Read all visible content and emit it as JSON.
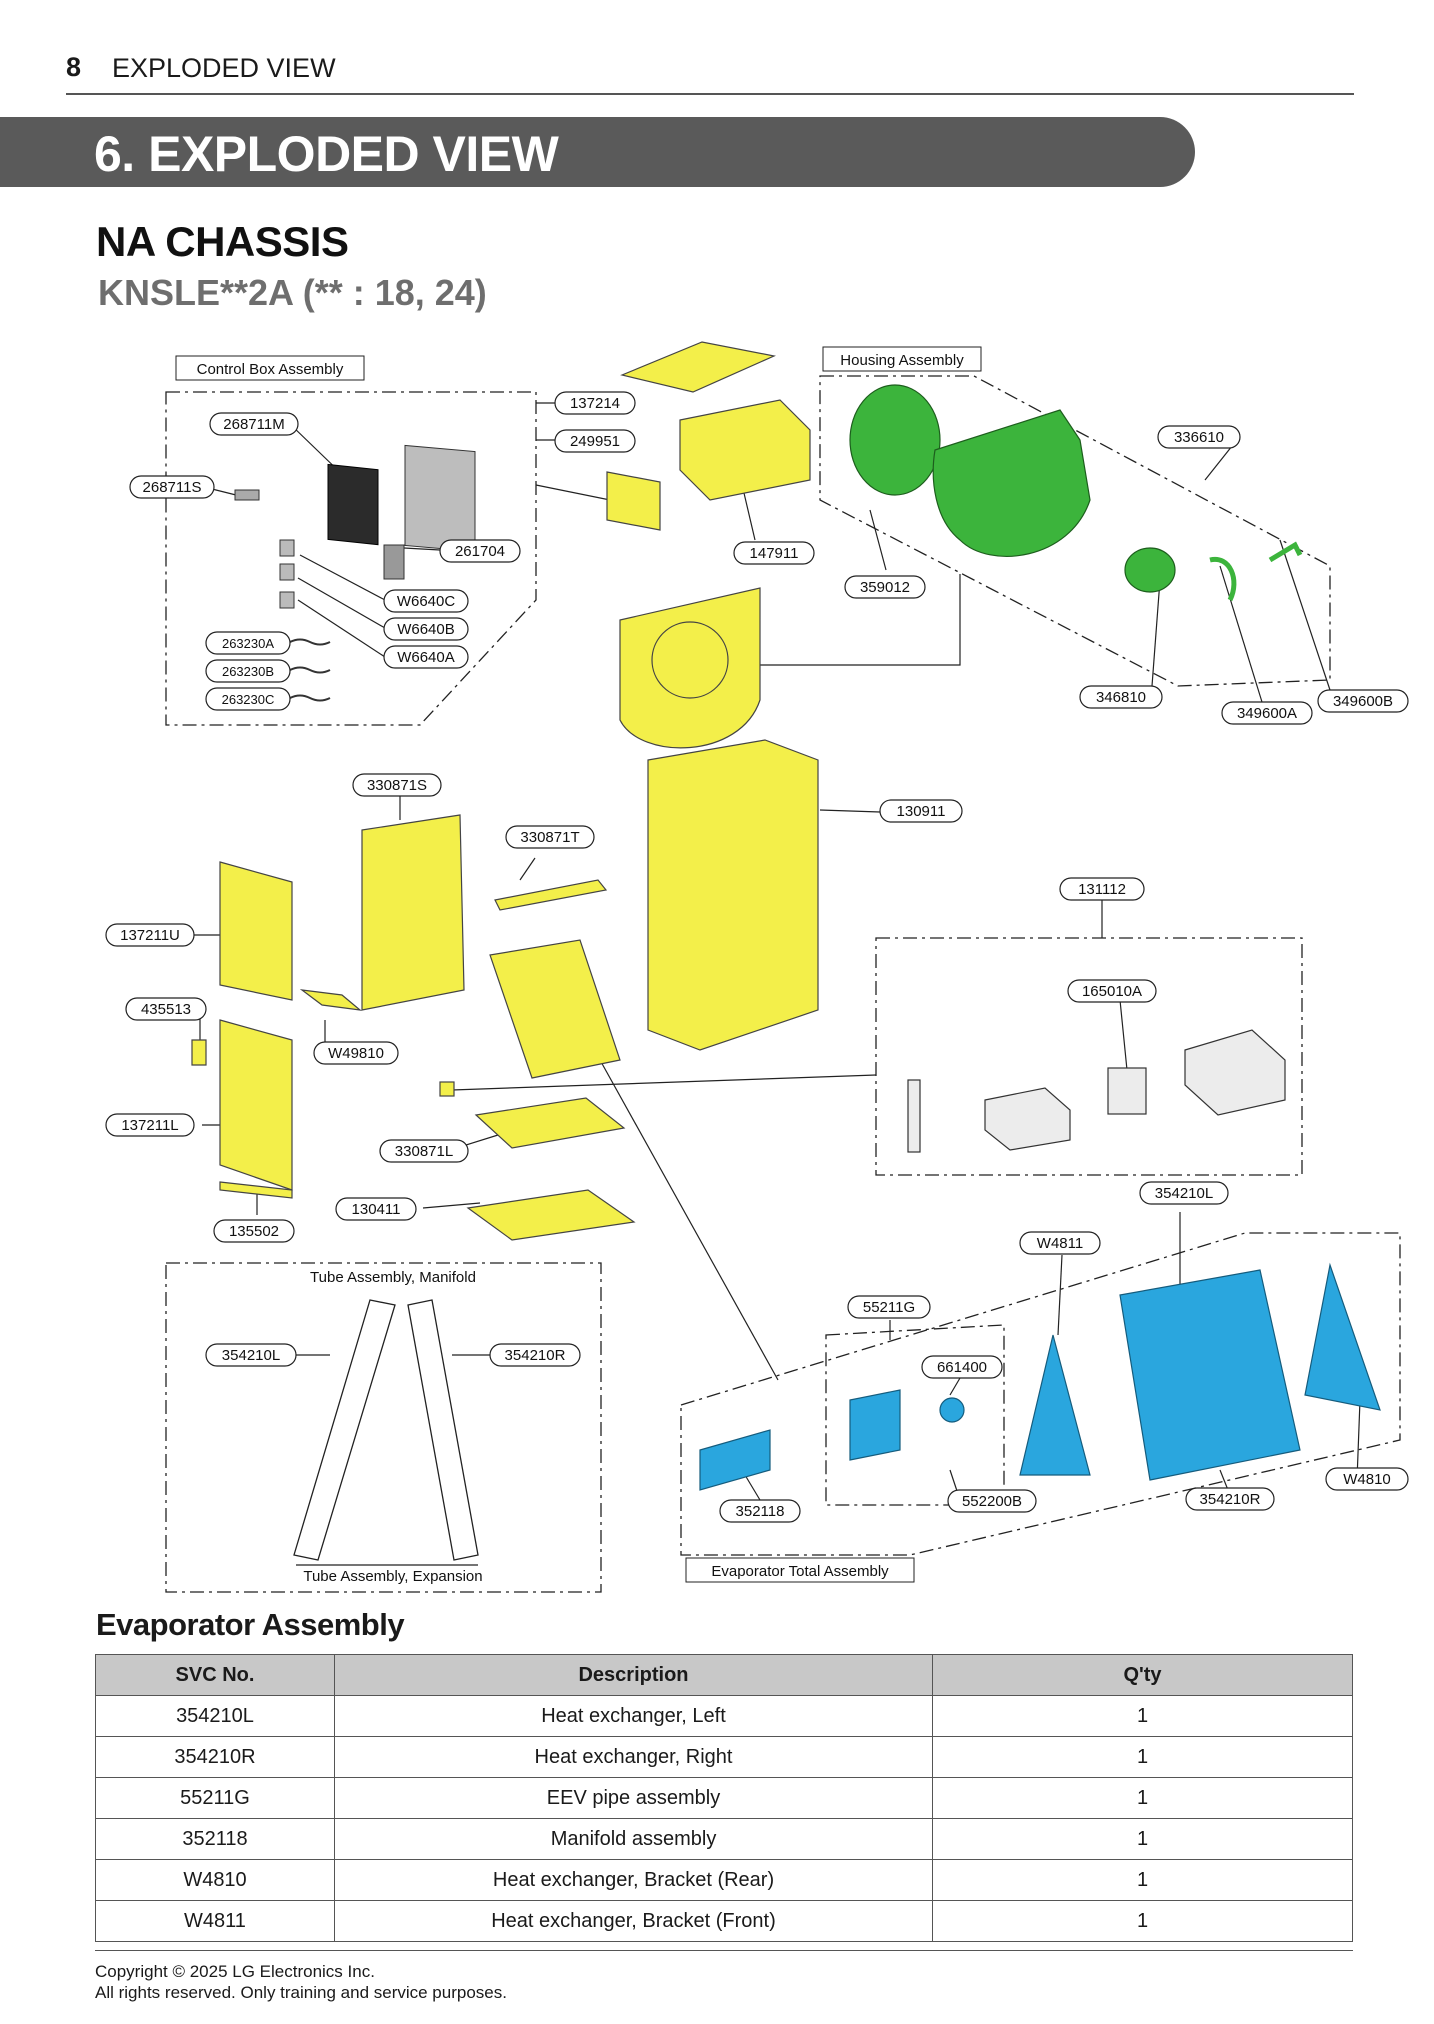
{
  "header": {
    "page_number": "8",
    "section": "EXPLODED VIEW"
  },
  "banner": {
    "title": "6. EXPLODED VIEW"
  },
  "chassis": {
    "title": "NA CHASSIS",
    "model": "KNSLE**2A (** : 18, 24)"
  },
  "colors": {
    "banner": "#5a5a5a",
    "yellow_parts": "#f3ef4a",
    "green_parts": "#3cb43c",
    "blue_parts": "#2aa6de",
    "table_header": "#c8c8c8"
  },
  "diagram": {
    "group_labels": {
      "control_box": "Control Box Assembly",
      "housing": "Housing Assembly",
      "tube_manifold": "Tube Assembly, Manifold",
      "tube_expansion": "Tube Assembly, Expansion",
      "evaporator_total": "Evaporator Total Assembly"
    },
    "callouts": {
      "c268711M": "268711M",
      "c268711S": "268711S",
      "c261704": "261704",
      "cW6640C": "W6640C",
      "cW6640B": "W6640B",
      "cW6640A": "W6640A",
      "c263230A": "263230A",
      "c263230B": "263230B",
      "c263230C": "263230C",
      "c137214": "137214",
      "c249951": "249951",
      "c147911": "147911",
      "c359012": "359012",
      "c336610": "336610",
      "c346810": "346810",
      "c349600A": "349600A",
      "c349600B": "349600B",
      "c330871S": "330871S",
      "c330871T": "330871T",
      "c130911": "130911",
      "c131112": "131112",
      "c165010A": "165010A",
      "c137211U": "137211U",
      "c435513": "435513",
      "cW49810": "W49810",
      "c137211L": "137211L",
      "c330871L": "330871L",
      "c130411": "130411",
      "c135502": "135502",
      "c354210L_top": "354210L",
      "cW4811": "W4811",
      "c55211G": "55211G",
      "c661400": "661400",
      "c352118": "352118",
      "c552200B": "552200B",
      "c354210R_bot": "354210R",
      "cW4810": "W4810",
      "c354210L_tube": "354210L",
      "c354210R_tube": "354210R"
    }
  },
  "evaporator_table": {
    "title": "Evaporator Assembly",
    "headers": [
      "SVC No.",
      "Description",
      "Q'ty"
    ],
    "rows": [
      [
        "354210L",
        "Heat exchanger, Left",
        "1"
      ],
      [
        "354210R",
        "Heat exchanger, Right",
        "1"
      ],
      [
        "55211G",
        "EEV pipe assembly",
        "1"
      ],
      [
        "352118",
        "Manifold assembly",
        "1"
      ],
      [
        "W4810",
        "Heat exchanger, Bracket (Rear)",
        "1"
      ],
      [
        "W4811",
        "Heat exchanger, Bracket (Front)",
        "1"
      ]
    ]
  },
  "footer": {
    "copyright": "Copyright © 2025 LG Electronics Inc.",
    "rights": "All rights reserved. Only training and service purposes."
  }
}
